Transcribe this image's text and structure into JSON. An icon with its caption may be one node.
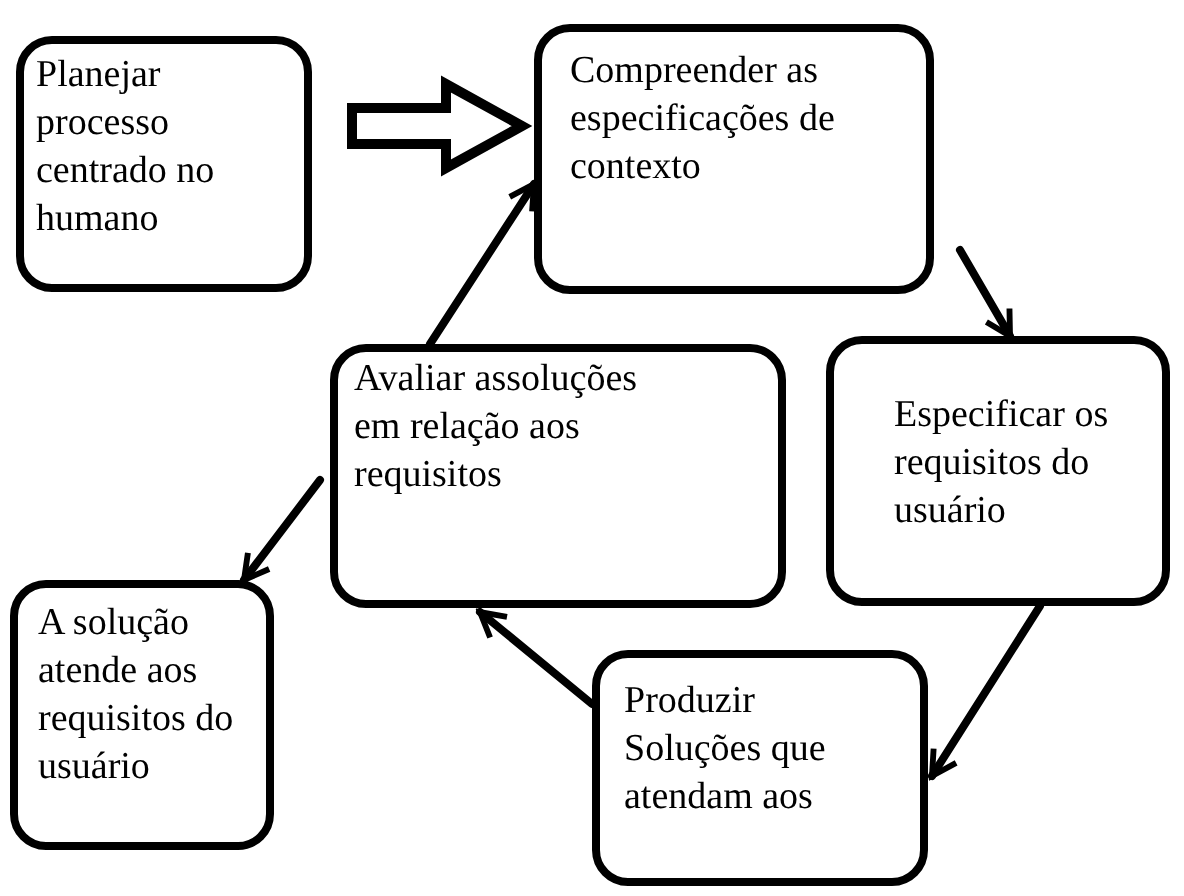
{
  "diagram": {
    "nodes": [
      {
        "text": [
          "Planejar processo centrado no humano"
        ]
      },
      {
        "text": [
          "Compreender as especificações de contexto"
        ]
      },
      {
        "text": [
          "Especificar os requisitos do usuário"
        ]
      },
      {
        "text": [
          "Avaliar assoluções em relação aos requisitos"
        ]
      },
      {
        "text": [
          "Produzir Soluções que atendam aos"
        ]
      },
      {
        "text": [
          "A solução atende aos requisitos do usuário"
        ]
      }
    ],
    "edges": [
      {
        "from": 0,
        "to": 1,
        "arrow": "to",
        "style": "thick"
      },
      {
        "from": 3,
        "to": 1,
        "arrow": "to"
      },
      {
        "from": 1,
        "to": 2,
        "arrow": "to"
      },
      {
        "from": 2,
        "to": 4,
        "arrow": "to"
      },
      {
        "from": 4,
        "to": 3,
        "arrow": "to"
      },
      {
        "from": 3,
        "to": 5,
        "arrow": "to"
      }
    ]
  }
}
